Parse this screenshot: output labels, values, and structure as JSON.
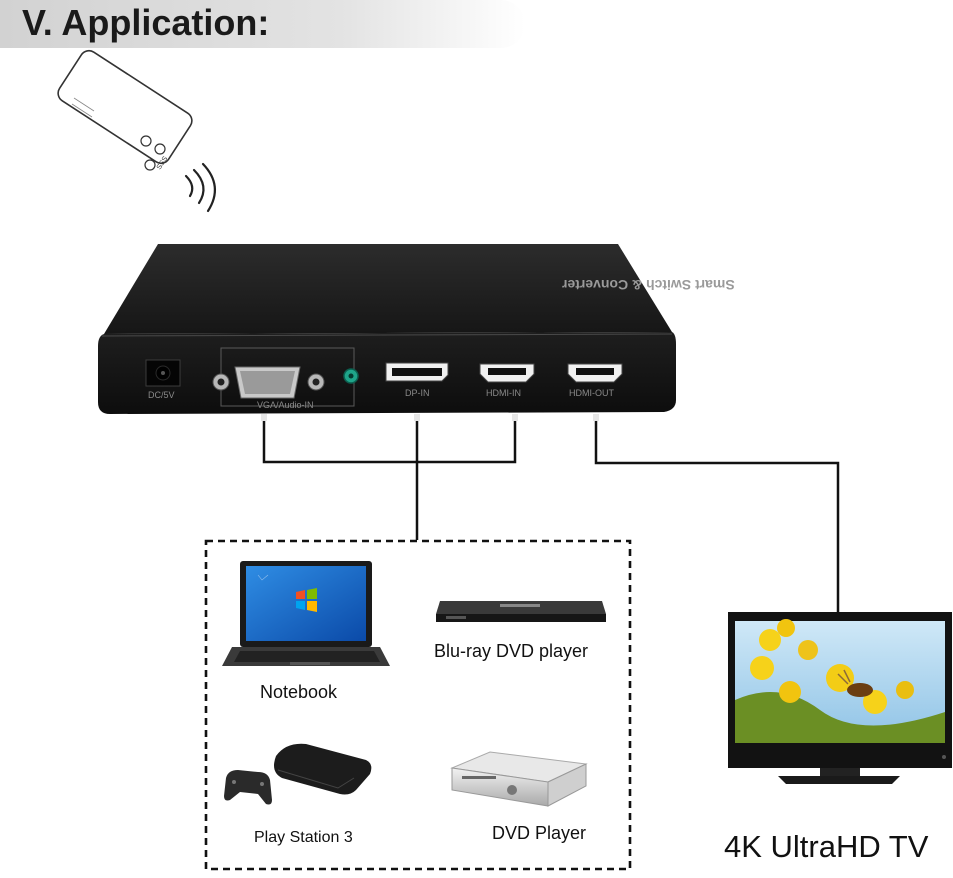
{
  "heading": "V. Application:",
  "remote": {
    "brand_text": "SSS"
  },
  "device": {
    "top_label": "Smart Switch & Converter",
    "ports": {
      "dc": "DC/5V",
      "vga": "VGA/Audio-IN",
      "dp": "DP-IN",
      "hdmi_in": "HDMI-IN",
      "hdmi_out": "HDMI-OUT"
    }
  },
  "sources": {
    "notebook": "Notebook",
    "bluray": "Blu-ray DVD player",
    "ps3": "Play Station 3",
    "dvd": "DVD Player"
  },
  "tv": {
    "label": "4K UltraHD TV"
  },
  "colors": {
    "device_body": "#1b1b1b",
    "cable": "#111111",
    "tv_frame": "#111111",
    "title_band": "#d9d9d9"
  }
}
